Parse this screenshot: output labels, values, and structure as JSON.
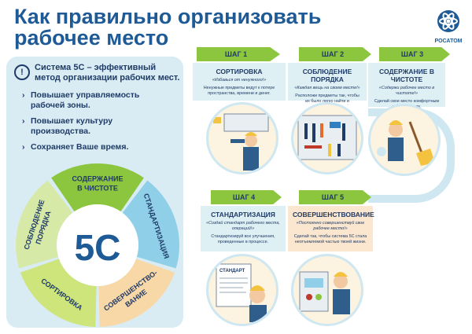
{
  "title": "Как правильно организовать рабочее место",
  "logo": {
    "name": "РОСАТОМ"
  },
  "intro": {
    "icon": "exclamation-icon",
    "text": "Система 5С – эффективный метод организации рабочих мест."
  },
  "bullets": [
    "Повышает управляемость рабочей зоны.",
    "Повышает культуру производства.",
    "Сохраняет Ваше время."
  ],
  "wheel": {
    "center": "5С",
    "segments": [
      {
        "label1": "СОБЛЮДЕНИЕ",
        "label2": "ПОРЯДКА",
        "color": "#d7e9a7"
      },
      {
        "label1": "СОДЕРЖАНИЕ",
        "label2": "В ЧИСТОТЕ",
        "color": "#8cc63f"
      },
      {
        "label1": "СТАНДАРТИЗАЦИЯ",
        "label2": "",
        "color": "#8fd0e8"
      },
      {
        "label1": "СОВЕРШЕНСТВО-",
        "label2": "ВАНИЕ",
        "color": "#f9d8a8"
      },
      {
        "label1": "СОРТИРОВКА",
        "label2": "",
        "color": "#cde57a"
      }
    ]
  },
  "steps": [
    {
      "tag": "ШАГ 1",
      "title": "СОРТИРОВКА",
      "quote": "«Избавься от ненужного!»",
      "desc": "Ненужные предметы ведут к потере пространства, времени и денег."
    },
    {
      "tag": "ШАГ 2",
      "title": "СОБЛЮДЕНИЕ ПОРЯДКА",
      "quote": "«Каждая вещь на своем месте!»",
      "desc": "Расположи предметы так, чтобы их было легко найти и использовать."
    },
    {
      "tag": "ШАГ 3",
      "title": "СОДЕРЖАНИЕ В ЧИСТОТЕ",
      "quote": "«Содержи рабочее место в чистоте!»",
      "desc": "Сделай свое место комфортным и безопасным."
    },
    {
      "tag": "ШАГ 4",
      "title": "СТАНДАРТИЗАЦИЯ",
      "quote": "«Создай стандарт рабочего места, операций!»",
      "desc": "Стандартизируй все улучшения, проведенные в процессе."
    },
    {
      "tag": "ШАГ 5",
      "title": "СОВЕРШЕНСТВОВАНИЕ",
      "quote": "«Постоянно совершенствуй свое рабочее место!»",
      "desc": "Сделай так, чтобы система 5С стала неотъемлемой частью твоей жизни."
    }
  ],
  "illustrations": {
    "step4_sheet": "СТАНДАРТ"
  }
}
